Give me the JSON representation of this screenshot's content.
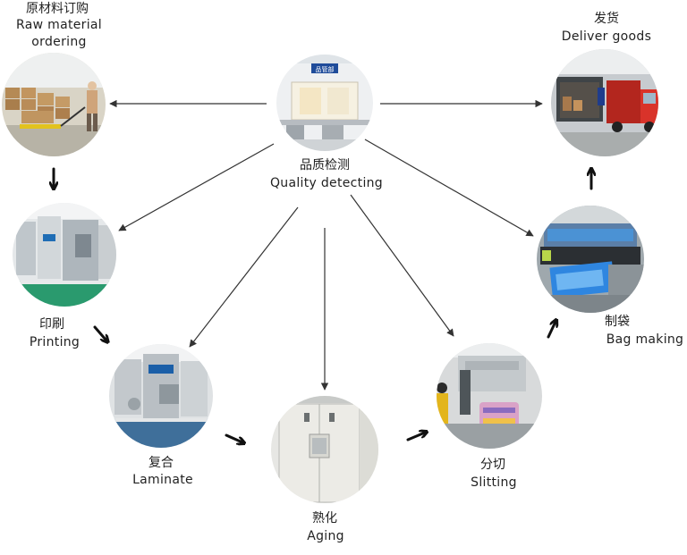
{
  "title": "",
  "stages": {
    "raw": {
      "zh": "原材料订购",
      "en_line1": "Raw material",
      "en_line2": "ordering"
    },
    "printing": {
      "zh": "印刷",
      "en": "Printing"
    },
    "laminate": {
      "zh": "复合",
      "en": "Laminate"
    },
    "aging": {
      "zh": "熟化",
      "en": "Aging"
    },
    "slitting": {
      "zh": "分切",
      "en": "Slitting"
    },
    "bag": {
      "zh": "制袋",
      "en": "Bag making"
    },
    "deliver": {
      "zh": "发货",
      "en": "Deliver goods"
    },
    "quality": {
      "zh": "品质检测",
      "en": "Quality detecting",
      "sign": "品管部"
    }
  }
}
